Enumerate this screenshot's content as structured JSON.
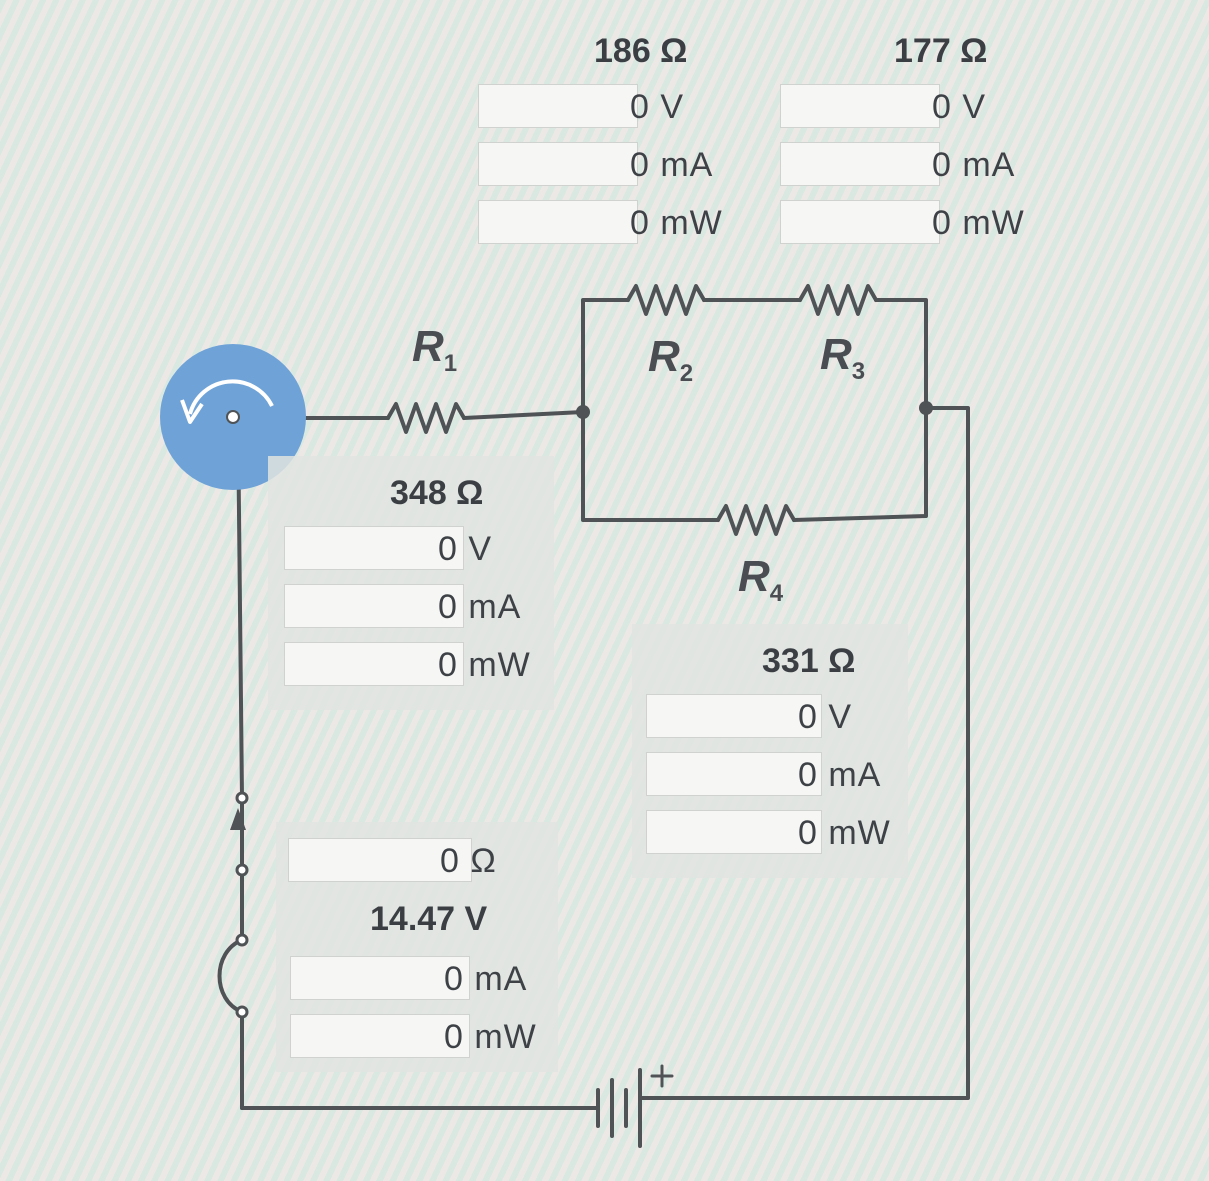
{
  "labels": {
    "r1": {
      "letter": "R",
      "sub": "1"
    },
    "r2": {
      "letter": "R",
      "sub": "2"
    },
    "r3": {
      "letter": "R",
      "sub": "3"
    },
    "r4": {
      "letter": "R",
      "sub": "4"
    }
  },
  "panels": {
    "r2": {
      "resistance": "186 Ω",
      "voltage": "0 V",
      "current": "0 mA",
      "power": "0 mW"
    },
    "r3": {
      "resistance": "177 Ω",
      "voltage": "0 V",
      "current": "0 mA",
      "power": "0 mW"
    },
    "r1": {
      "resistance": "348 Ω",
      "voltage": "0 V",
      "current": "0 mA",
      "power": "0 mW"
    },
    "r4": {
      "resistance": "331 Ω",
      "voltage": "0 V",
      "current": "0 mA",
      "power": "0 mW"
    },
    "source": {
      "resistance": "0 Ω",
      "voltage": "14.47 V",
      "current": "0 mA",
      "power": "0 mW"
    }
  },
  "colors": {
    "wire": "#4f5355",
    "knob": "#6fa3d8",
    "text": "#3e4247"
  }
}
